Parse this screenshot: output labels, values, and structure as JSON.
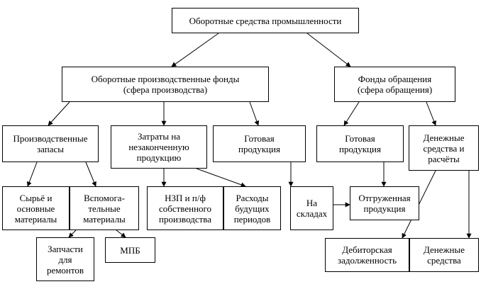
{
  "nodes": {
    "root": "Оборотные средства промышленности",
    "production_funds": "Оборотные производственные фонды\n(сфера производства)",
    "circulation_funds": "Фонды обращения\n(сфера обращения)",
    "inventories": "Производственные\nзапасы",
    "wip_costs": "Затраты на\nнезаконченную\nпродукцию",
    "finished_goods_production": "Готовая\nпродукция",
    "finished_goods_circulation": "Готовая\nпродукция",
    "cash_and_settlements": "Денежные\nсредства и\nрасчёты",
    "raw_materials": "Сырьё и\nосновные\nматериалы",
    "auxiliary_materials": "Вспомога-\nтельные\nматериалы",
    "wip": "НЗП и п/ф\nсобственного\nпроизводства",
    "deferred_expenses": "Расходы\nбудущих\nпериодов",
    "in_warehouses": "На\nскладах",
    "shipped_goods": "Отгруженная\nпродукция",
    "spare_parts": "Запчасти\nдля\nремонтов",
    "mpb": "МПБ",
    "receivables": "Дебиторская\nзадолженность",
    "cash": "Денежные\nсредства"
  },
  "colors": {
    "line": "#000000",
    "background": "#ffffff"
  }
}
